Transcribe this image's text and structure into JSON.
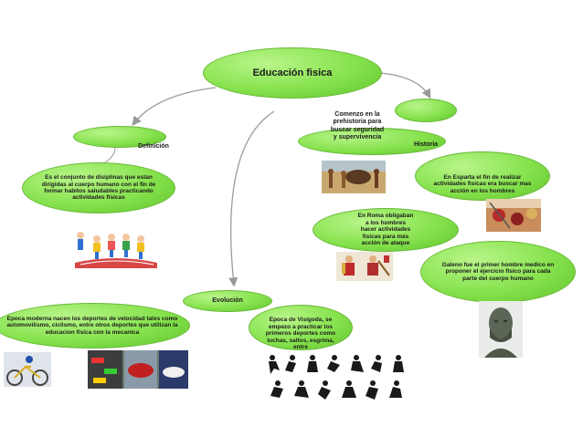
{
  "colors": {
    "node_fill": "#86e24d",
    "node_border": "#6ab83b",
    "arrow": "#9a9a9a",
    "text": "#1a1a1a"
  },
  "root": {
    "title": "Educación fisica"
  },
  "definicion": {
    "label": "Definición",
    "text": "Es el conjunto de disiplinas que estan dirigidas al cuerpo humano con el fin de formar habitos saludables practicando actividades fisicas"
  },
  "historia": {
    "label": "Historia",
    "prehistoria": "Comenzo en la prehistoria para buscar seguridad y supervivencia",
    "esparta": "En Esparta el fin de realizar actividades fisicas era buscar mas acción en los hombres",
    "roma": "En Roma obligaban a los hombres hacer actividades fisicas para más acción de ataque",
    "galeno": "Galeno fue el primer hombre medico en proponer el ejercicio fisico para cada parte del cuerpo humano"
  },
  "evolucion": {
    "label": "Evolución",
    "moderna": "Epoca moderna nacen los deportes de velocidad tales como automovilismo, ciclismo, entre otros deportes que utilizan la educacion fisica con la mecanica",
    "visigoda": "Epoca de Visigoda, se empezo a practicar los primeros deportes como luchas, saltos, esgrima, entre"
  },
  "images": [
    "kids-exercising-image",
    "prehistoric-hunt-image",
    "spartan-battle-image",
    "roman-soldiers-image",
    "galeno-bust-image",
    "cycling-image",
    "motor-racing-image",
    "sport-pictograms-image"
  ]
}
